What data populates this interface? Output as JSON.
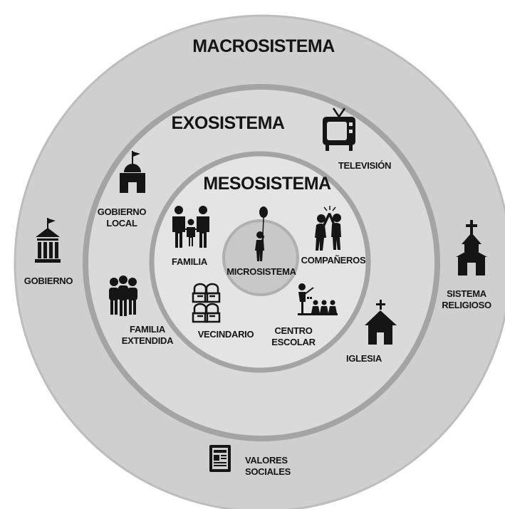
{
  "rings": {
    "macro": "MACROSISTEMA",
    "exo": "EXOSISTEMA",
    "meso": "MESOSISTEMA",
    "micro": "MICROSISTEMA"
  },
  "labels": {
    "gobierno": "GOBIERNO",
    "gobierno_local_1": "GOBIERNO",
    "gobierno_local_2": "LOCAL",
    "familia_extendida_1": "FAMILIA",
    "familia_extendida_2": "EXTENDIDA",
    "television": "TELEVISIÓN",
    "iglesia": "IGLESIA",
    "sistema_religioso_1": "SISTEMA",
    "sistema_religioso_2": "RELIGIOSO",
    "valores_sociales_1": "VALORES",
    "valores_sociales_2": "SOCIALES",
    "familia": "FAMILIA",
    "companeros": "COMPAÑEROS",
    "vecindario": "VECINDARIO",
    "centro_escolar_1": "CENTRO",
    "centro_escolar_2": "ESCOLAR"
  },
  "icons": [
    "government-building-icon",
    "town-hall-icon",
    "extended-family-icon",
    "television-icon",
    "church-icon",
    "chapel-icon",
    "newspaper-icon",
    "family-icon",
    "high-five-icon",
    "neighborhood-houses-icon",
    "classroom-icon",
    "child-with-balloon-icon"
  ],
  "colors": {
    "macro_ring": "#cfcfcf",
    "exo_ring": "#dadada",
    "meso_ring": "#e3e3e3",
    "micro_disc": "#c8c8c8",
    "ring_border": "#9a9a9a",
    "ink": "#151515"
  }
}
